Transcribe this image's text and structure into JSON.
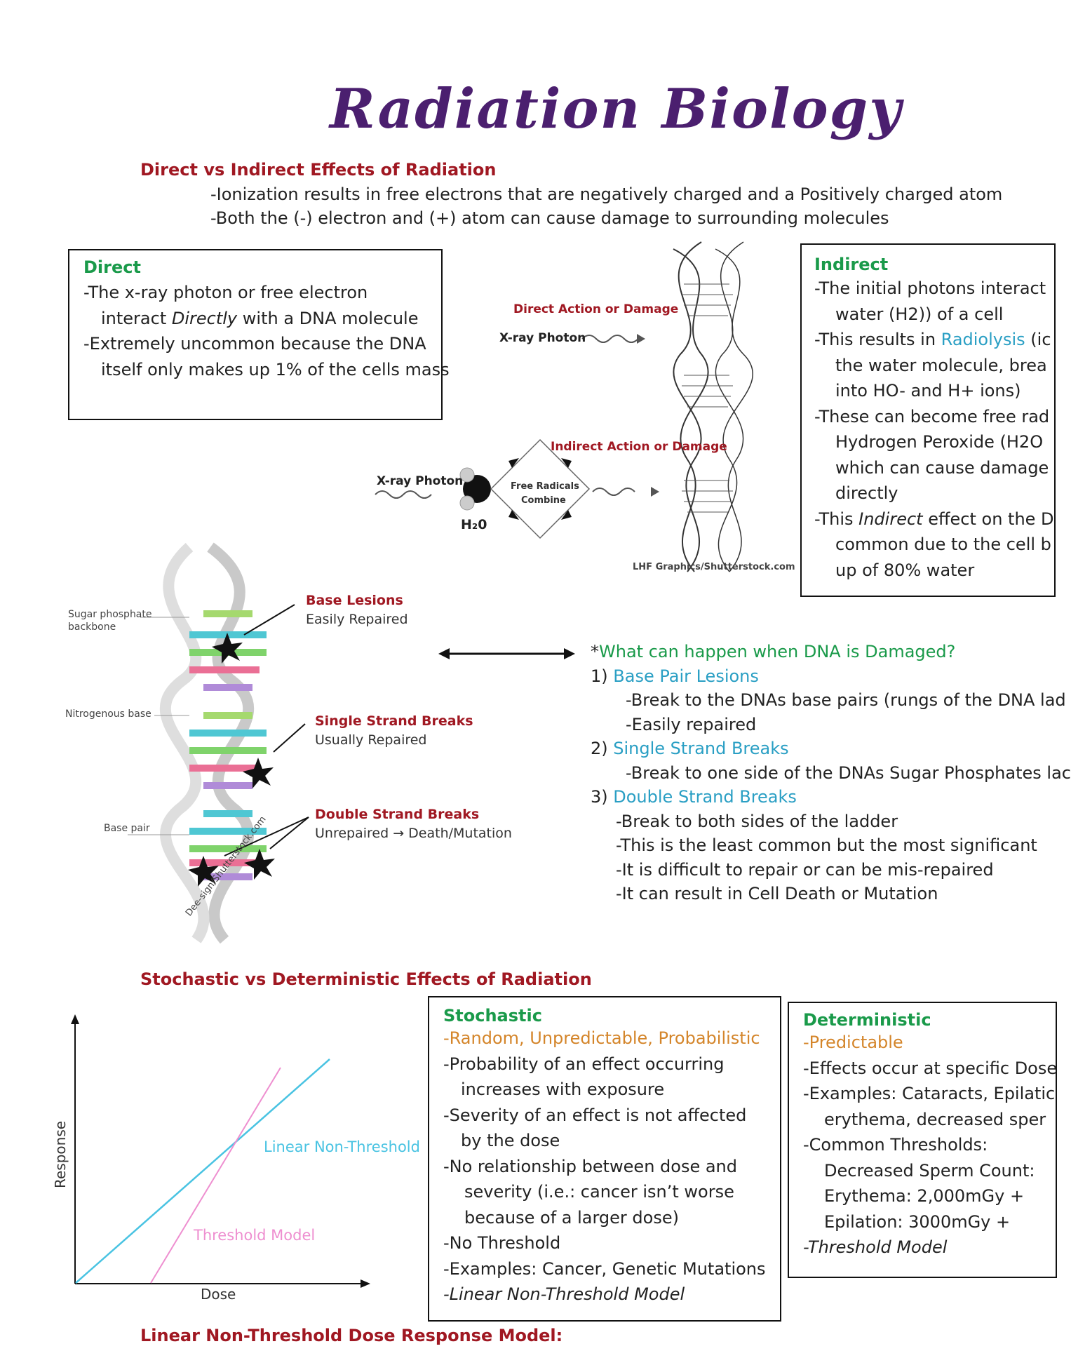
{
  "title": "Radiation Biology",
  "section1": {
    "heading": "Direct vs Indirect Effects of Radiation",
    "lines": [
      "-Ionization results in free electrons that are negatively charged and a Positively charged atom",
      "-Both the (-) electron and (+) atom can cause damage to surrounding molecules"
    ]
  },
  "direct_box": {
    "heading": "Direct",
    "line1": "-The x-ray photon or free electron",
    "line2_pre": "interact ",
    "line2_em": "Directly",
    "line2_post": " with a DNA molecule",
    "line3": "-Extremely uncommon because the DNA",
    "line4": "itself only makes up 1% of the cells mass"
  },
  "indirect_box": {
    "heading": "Indirect",
    "line1": "-The initial photons interact",
    "line2": "water (H2)) of a cell",
    "line3_pre": "-This results in ",
    "line3_term": "Radiolysis",
    "line3_post": " (ic",
    "line4": "the water molecule, brea",
    "line5": "into HO- and H+ ions)",
    "line6": "-These can become free rad",
    "line7": "Hydrogen Peroxide (H2O",
    "line8": "which can cause damage",
    "line9": "directly",
    "line10_pre": "-This ",
    "line10_em": "Indirect",
    "line10_post": " effect on the D",
    "line11": "common due to the cell b",
    "line12": "up of 80% water"
  },
  "diagram1": {
    "direct_label": "Direct Action or Damage",
    "xray_photon_1": "X-ray Photon",
    "indirect_label": "Indirect Action or Damage",
    "xray_photon_2": "X-ray Photon",
    "h2o": "H₂0",
    "free_radicals": "Free Radicals",
    "combine": "Combine",
    "credit": "LHF Graphics/Shutterstock.com"
  },
  "diagram2": {
    "sugar_phosphate": "Sugar phosphate",
    "backbone": "backbone",
    "nitrogenous_base": "Nitrogenous base",
    "base_pair": "Base pair",
    "base_lesions": "Base Lesions",
    "easily_repaired": "Easily Repaired",
    "single_strand": "Single Strand Breaks",
    "usually_repaired": "Usually Repaired",
    "double_strand": "Double Strand Breaks",
    "unrepaired": "Unrepaired → Death/Mutation",
    "credit": "Dee-sign/Shutterstock.com"
  },
  "dna_damage": {
    "question_prefix": "*",
    "question": "What can happen when DNA is Damaged?",
    "item1_num": "1) ",
    "item1_title": "Base Pair Lesions",
    "item1_a": "-Break to the DNAs base pairs (rungs of the DNA lad",
    "item1_b": "-Easily repaired",
    "item2_num": "2) ",
    "item2_title": "Single Strand Breaks",
    "item2_a": "-Break to one side of the DNAs Sugar Phosphates lac",
    "item3_num": "3) ",
    "item3_title": "Double Strand Breaks",
    "item3_a": "-Break to both sides of the ladder",
    "item3_b": "-This is the least common but the most significant",
    "item3_c": "-It is difficult to repair or can be mis-repaired",
    "item3_d": "-It can result in Cell Death or Mutation"
  },
  "section2": {
    "heading": "Stochastic vs Deterministic Effects of Radiation"
  },
  "graph": {
    "ylabel": "Response",
    "xlabel": "Dose",
    "linear_label": "Linear Non-Threshold",
    "threshold_label": "Threshold Model",
    "colors": {
      "linear": "#49c3e2",
      "threshold": "#ee8fd0"
    }
  },
  "stochastic_box": {
    "heading": "Stochastic",
    "line1": "-Random, Unpredictable, Probabilistic",
    "line2": "-Probability of an effect occurring",
    "line3": "increases with exposure",
    "line4": "-Severity of an effect is not affected",
    "line5": "by the dose",
    "line6": "-No relationship between dose and",
    "line7": "severity (i.e.: cancer isn’t worse",
    "line8": "because of a larger dose)",
    "line9": "-No Threshold",
    "line10": "-Examples: Cancer, Genetic Mutations",
    "line11": "-Linear Non-Threshold Model"
  },
  "deterministic_box": {
    "heading": "Deterministic",
    "line1": "-Predictable",
    "line2": "-Effects occur at specific Dose",
    "line3": "-Examples: Cataracts, Epilatic",
    "line4": "erythema, decreased sper",
    "line5": "-Common Thresholds:",
    "line6": "Decreased Sperm Count:",
    "line7": "Erythema: 2,000mGy +",
    "line8": "Epilation: 3000mGy +",
    "line9": "-Threshold Model"
  },
  "section3": {
    "heading": "Linear Non-Threshold Dose Response Model:"
  }
}
